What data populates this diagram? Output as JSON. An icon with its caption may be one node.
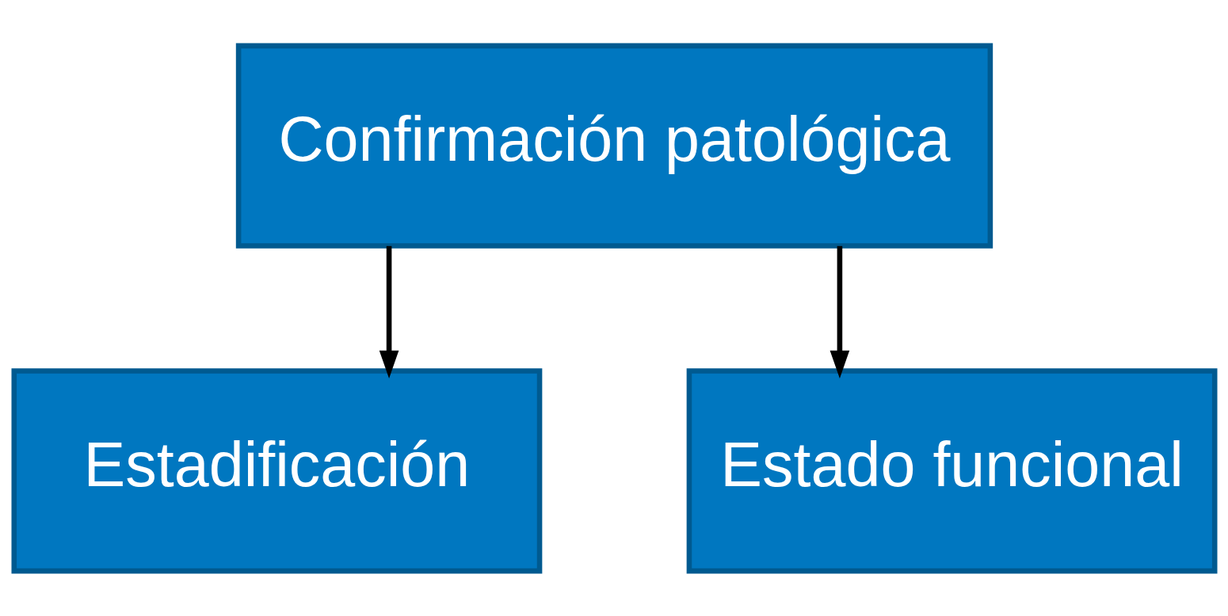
{
  "diagram": {
    "nodes": [
      {
        "text": [
          "Confirmación patológica"
        ]
      },
      {
        "text": [
          "Estadificación"
        ]
      },
      {
        "text": [
          "Estado funcional"
        ]
      }
    ],
    "edges": [
      {
        "from": 0,
        "to": 1,
        "arrow": "to"
      },
      {
        "from": 0,
        "to": 2,
        "arrow": "to"
      }
    ]
  }
}
